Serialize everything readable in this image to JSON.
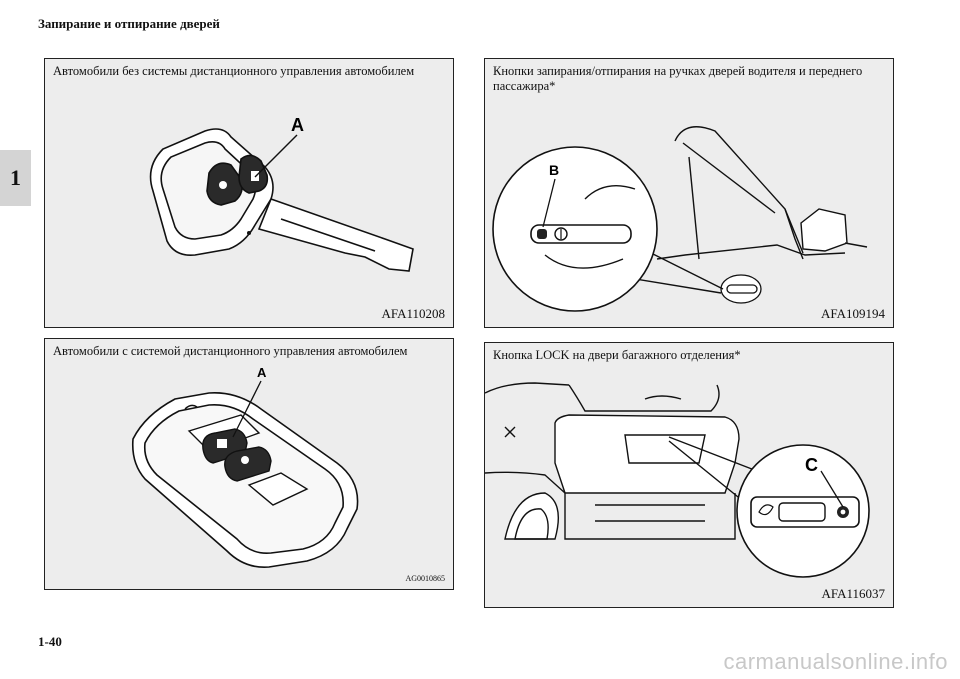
{
  "header": {
    "title": "Запирание и отпирание дверей"
  },
  "chapter_tab": {
    "number": "1"
  },
  "panels": [
    {
      "caption": "Автомобили без системы дистанционного управления автомобилем",
      "code": "AFA110208",
      "callout": "A"
    },
    {
      "caption": "Кнопки запирания/отпирания на ручках дверей водителя и переднего пассажира*",
      "code": "AFA109194",
      "callout": "B"
    },
    {
      "caption": "Автомобили с системой дистанционного управления автомобилем",
      "code": "AG0010865",
      "callout": "A"
    },
    {
      "caption": "Кнопка LOCK на двери багажного отделения*",
      "code": "AFA116037",
      "callout": "C"
    }
  ],
  "page_number": "1-40",
  "watermark": "carmanualsonline.info"
}
